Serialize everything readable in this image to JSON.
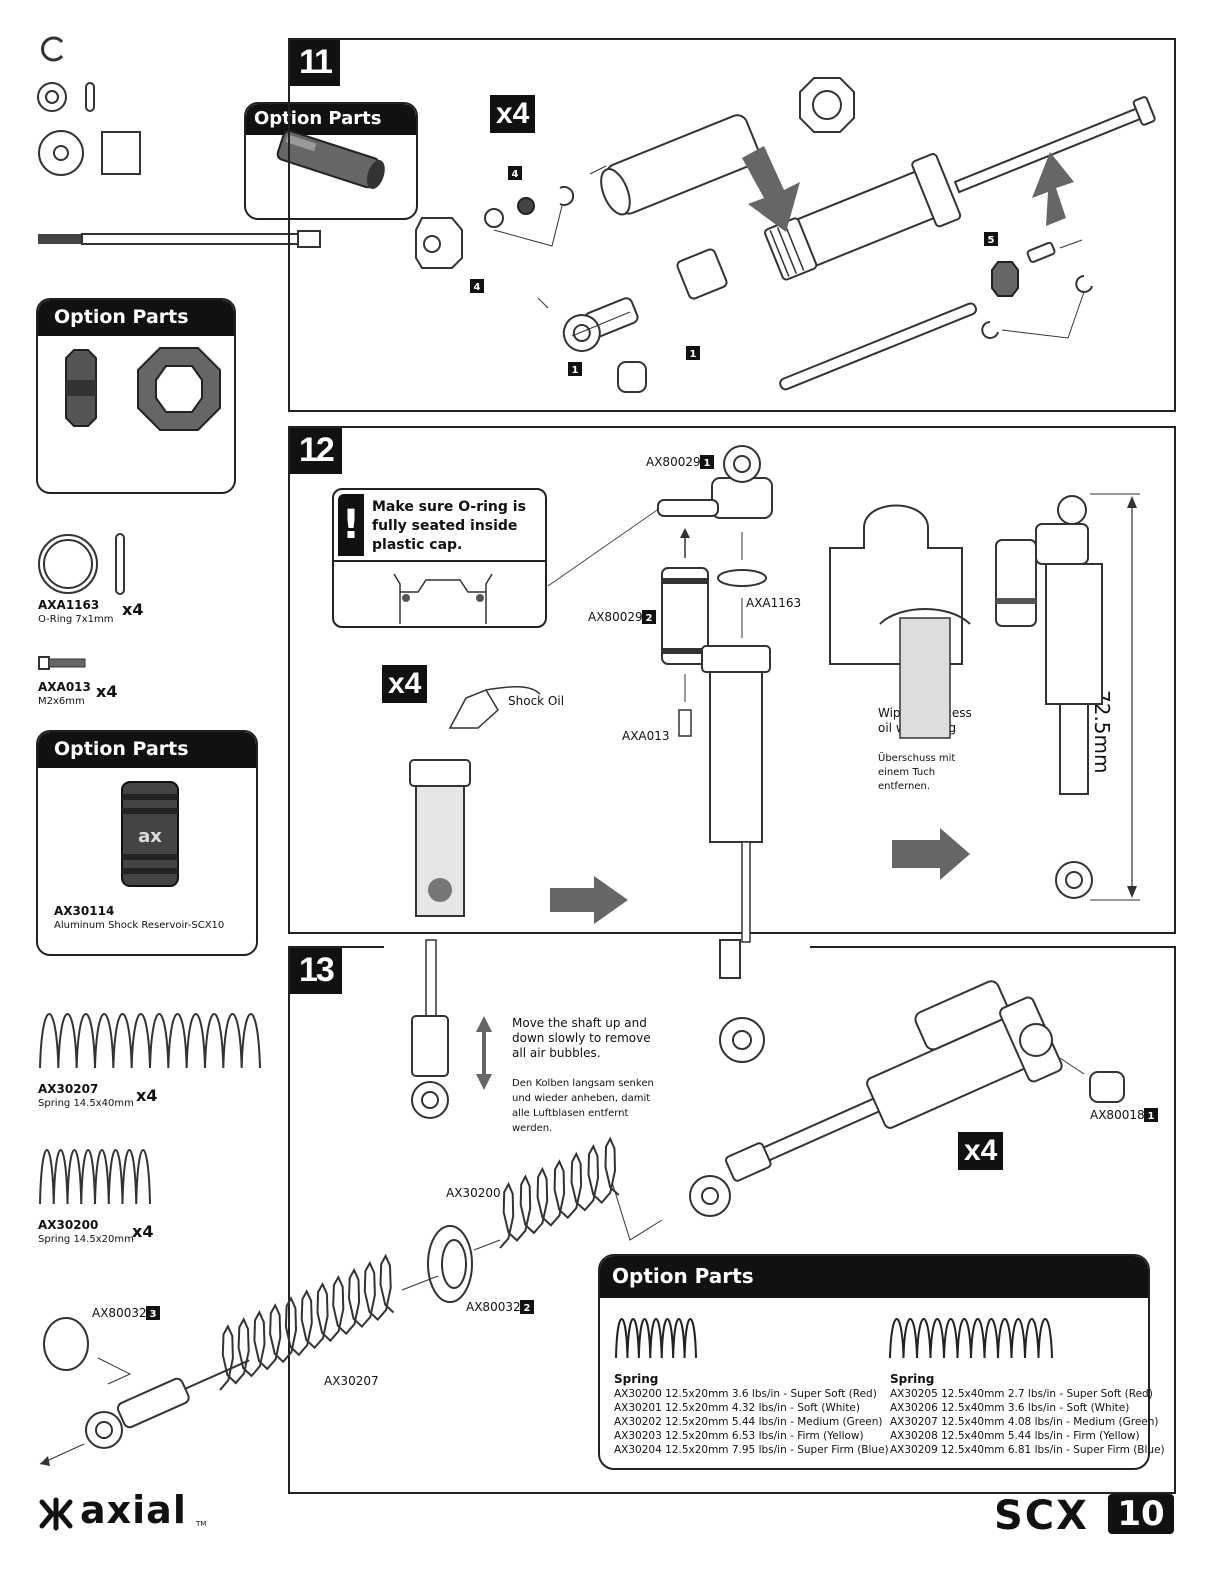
{
  "steps": [
    {
      "number": "11"
    },
    {
      "number": "12"
    },
    {
      "number": "13"
    }
  ],
  "multiplier": "x4",
  "callouts": {
    "n1": "1",
    "n2": "2",
    "n3": "3",
    "n4": "4",
    "n5": "5"
  },
  "option_parts_title": "Option Parts",
  "sidebar": {
    "oring": {
      "code": "AXA1163",
      "desc": "O-Ring 7x1mm",
      "qty": "x4"
    },
    "screw": {
      "code": "AXA013",
      "desc": "M2x6mm",
      "qty": "x4"
    },
    "reservoir": {
      "code": "AX30114",
      "desc": "Aluminum Shock Reservoir-SCX10"
    },
    "spring_long": {
      "code": "AX30207",
      "desc": "Spring 14.5x40mm",
      "qty": "x4"
    },
    "spring_short": {
      "code": "AX30200",
      "desc": "Spring 14.5x20mm",
      "qty": "x4"
    }
  },
  "step12": {
    "warning_mark": "!",
    "warning": "Make sure O-ring is fully seated inside plastic cap.",
    "shock_oil": "Shock Oil",
    "label_ax80029": "AX80029",
    "label_axa1163": "AXA1163",
    "label_axa013": "AXA013",
    "wipe_en": "Wipe off excess oil with a rag",
    "wipe_de": "Überschuss mit einem Tuch entfernen.",
    "dimension": "72.5mm"
  },
  "step13": {
    "move_en": "Move the shaft up and down slowly to remove all air bubbles.",
    "move_de": "Den Kolben langsam senken und wieder anheben, damit alle Luftblasen entfernt werden.",
    "label_ax80018": "AX80018",
    "label_ax30200": "AX30200",
    "label_ax80032": "AX80032",
    "label_ax30207": "AX30207"
  },
  "spring_options": {
    "title": "Option Parts",
    "left": {
      "heading": "Spring",
      "items": [
        "AX30200 12.5x20mm 3.6 lbs/in - Super Soft (Red)",
        "AX30201 12.5x20mm 4.32 lbs/in - Soft (White)",
        "AX30202 12.5x20mm 5.44 lbs/in - Medium (Green)",
        "AX30203 12.5x20mm 6.53 lbs/in - Firm (Yellow)",
        "AX30204 12.5x20mm 7.95 lbs/in - Super Firm (Blue)"
      ]
    },
    "right": {
      "heading": "Spring",
      "items": [
        "AX30205 12.5x40mm 2.7 lbs/in - Super Soft (Red)",
        "AX30206 12.5x40mm 3.6 lbs/in - Soft (White)",
        "AX30207 12.5x40mm 4.08 lbs/in - Medium (Green)",
        "AX30208 12.5x40mm 5.44 lbs/in - Firm (Yellow)",
        "AX30209 12.5x40mm 6.81 lbs/in - Super Firm (Blue)"
      ]
    }
  },
  "footer": {
    "brand": "axial",
    "tm": "TM",
    "model_a": "SCX",
    "model_b": "10"
  }
}
